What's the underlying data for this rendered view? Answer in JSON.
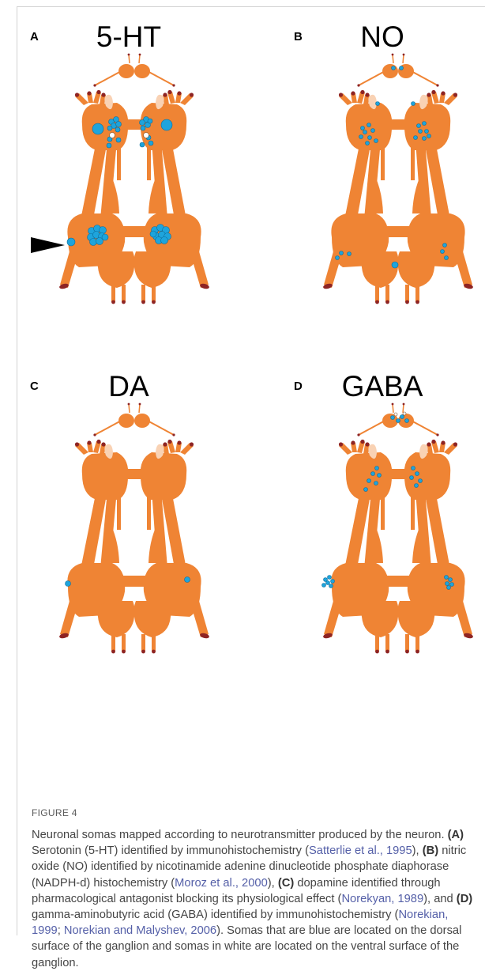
{
  "figure": {
    "panels": [
      {
        "label": "A",
        "title": "5-HT"
      },
      {
        "label": "B",
        "title": "NO"
      },
      {
        "label": "C",
        "title": "DA"
      },
      {
        "label": "D",
        "title": "GABA"
      }
    ],
    "colors": {
      "ganglion": "#EF8434",
      "blue_soma": "#1EA4DC",
      "white_soma": "#ffffff",
      "nerve_tip": "#8e2424",
      "pale_soma": "#f9d2b4"
    }
  },
  "caption": {
    "fig_label": "FIGURE 4",
    "s1": "Neuronal somas mapped according to neurotransmitter produced by the neuron.",
    "l_a": "(A)",
    "t_a": "Serotonin (5-HT) identified by immunohistochemistry (",
    "c_a": "Satterlie et al., 1995",
    "t_a2": "),",
    "l_b": "(B)",
    "t_b": "nitric oxide (NO) identified by nicotinamide adenine dinucleotide phosphate diaphorase (NADPH-d) histochemistry (",
    "c_b": "Moroz et al., 2000",
    "t_b2": "),",
    "l_c": "(C)",
    "t_c": "dopamine identified through pharmacological antagonist blocking its physiological effect (",
    "c_c": "Norekyan, 1989",
    "t_c2": "), and",
    "l_d": "(D)",
    "t_d": "gamma-aminobutyric acid (GABA) identified by immunohistochemistry (",
    "c_d1": "Norekian, 1999",
    "t_d_sep": "; ",
    "c_d2": "Norekian and Malyshev, 2006",
    "t_d2": "). Somas that are blue are located on the dorsal surface of the ganglion and somas in white are located on the ventral surface of the ganglion."
  }
}
